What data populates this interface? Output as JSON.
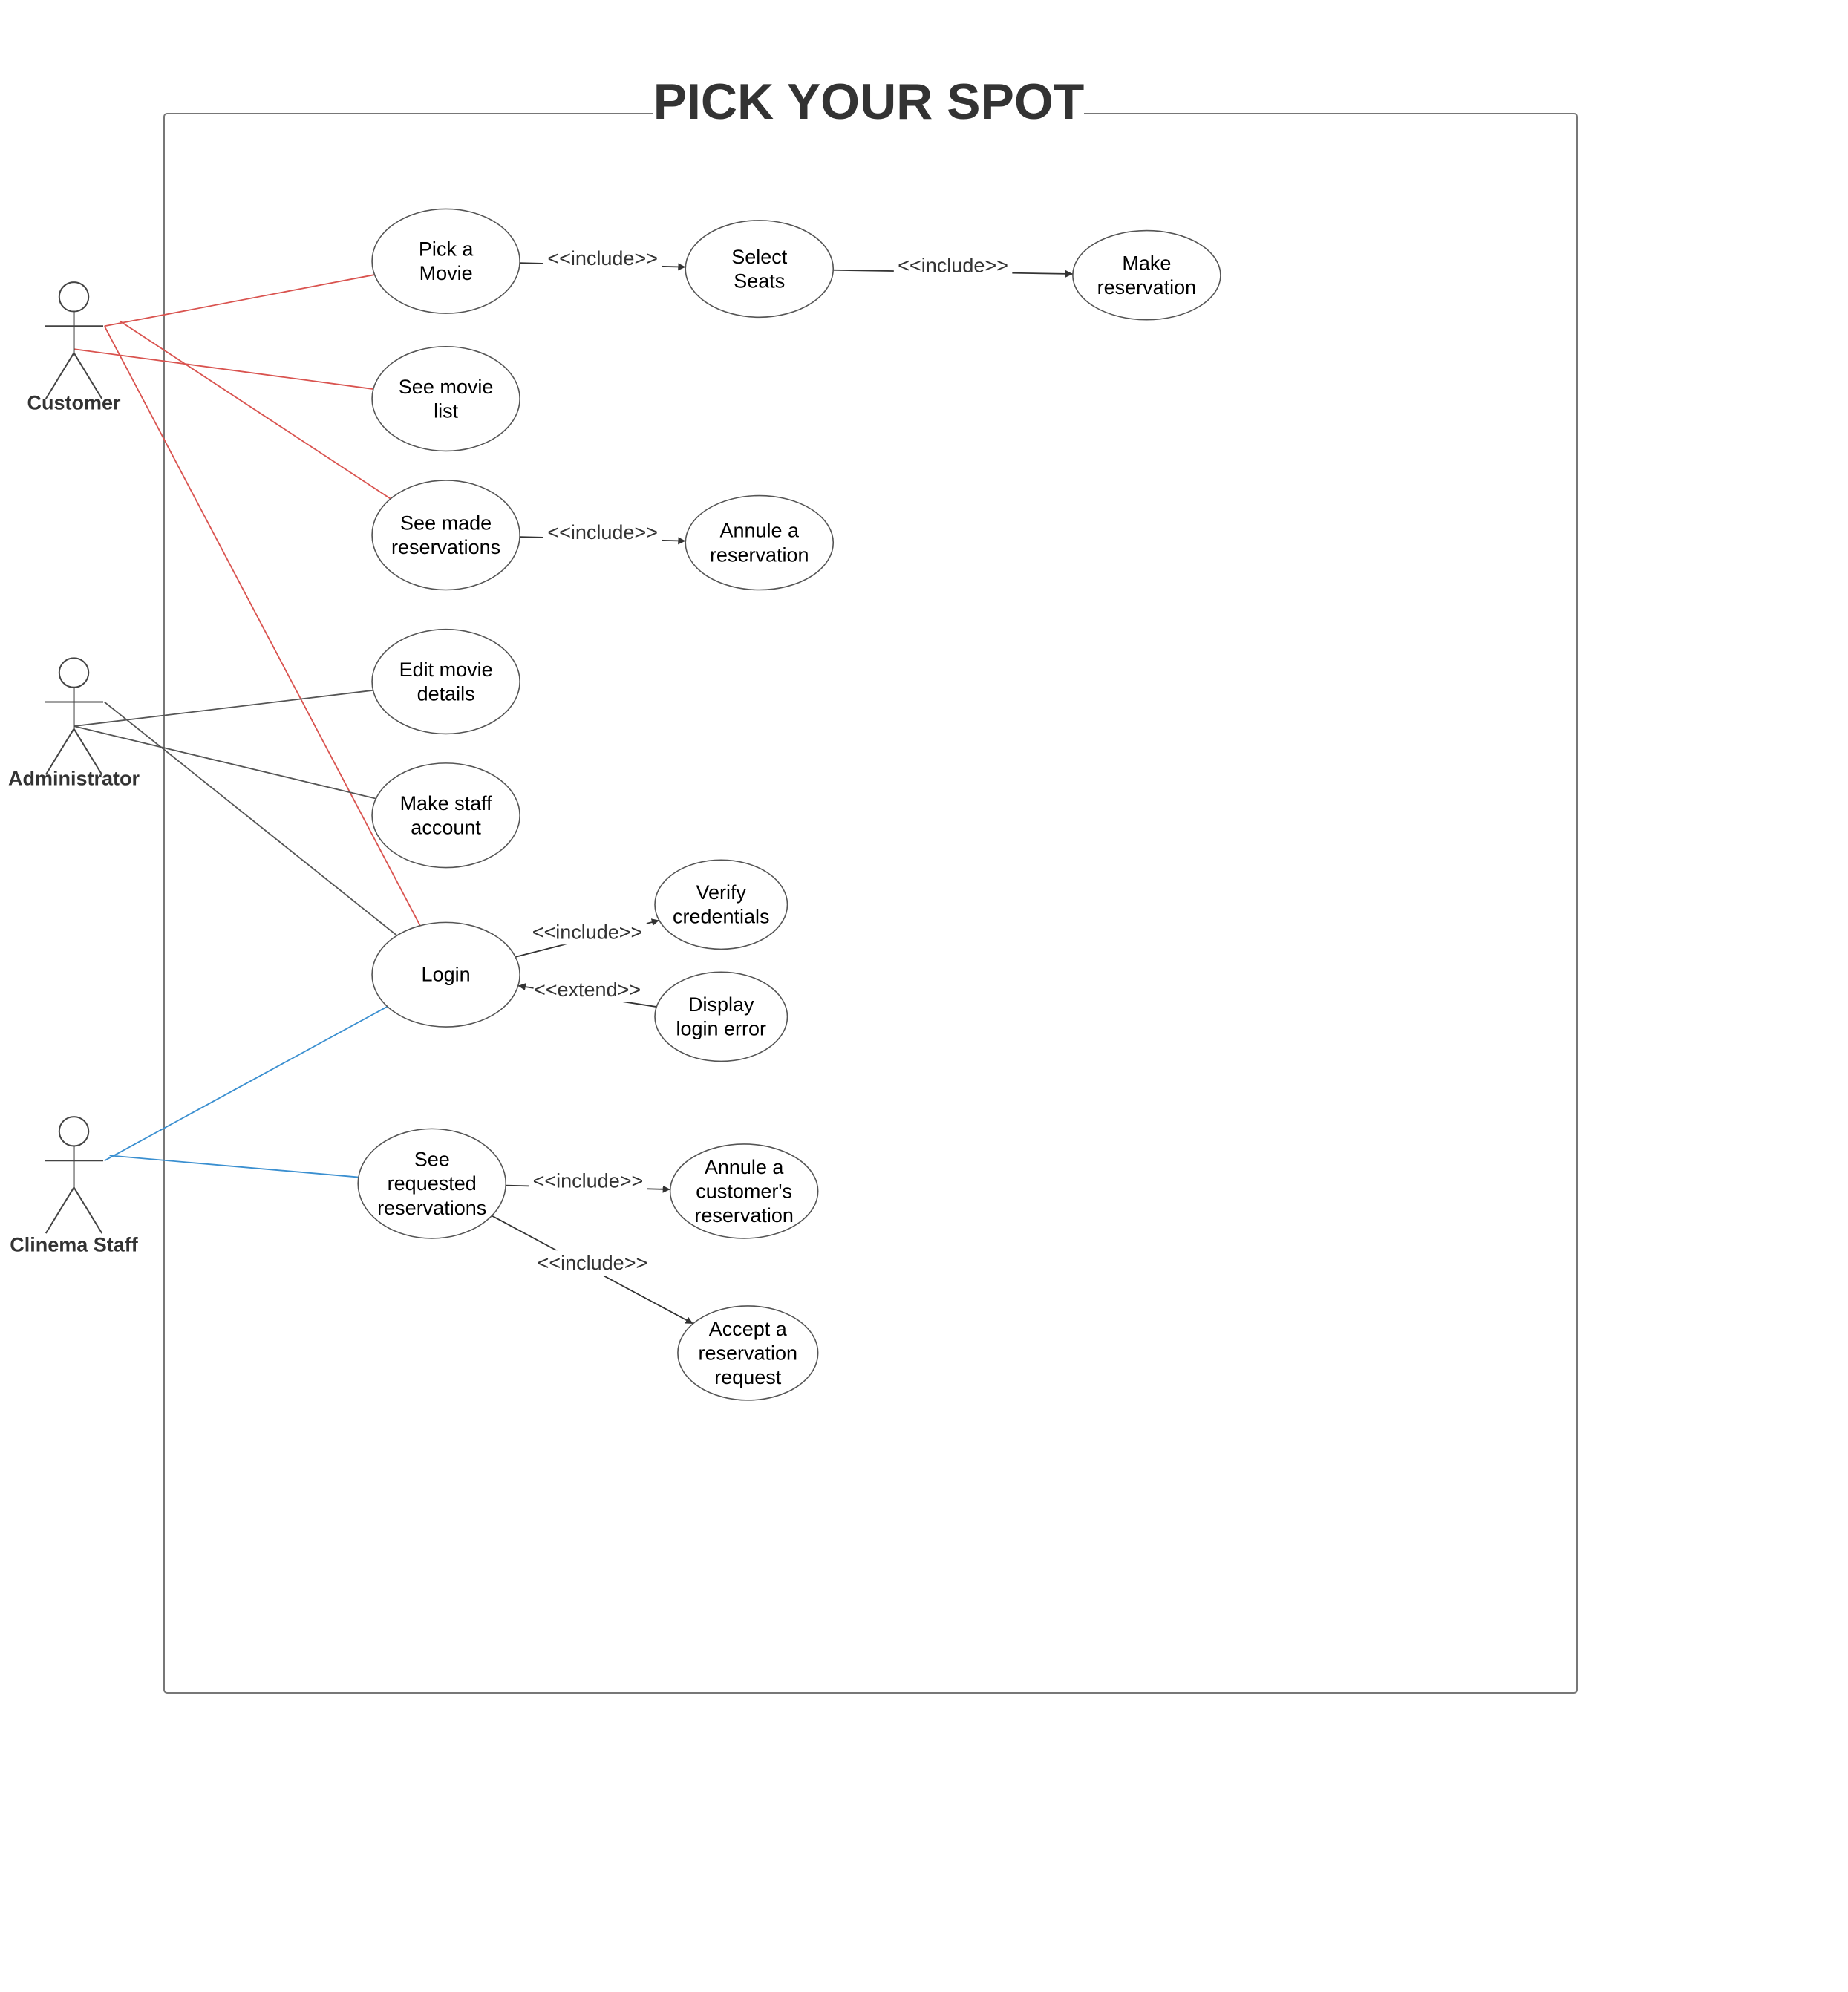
{
  "title": "PICK YOUR SPOT",
  "colors": {
    "customer_link": "#d9534f",
    "administrator_link": "#555555",
    "staff_link": "#3a8fd0"
  },
  "actors": [
    {
      "id": "customer",
      "name": "Customer"
    },
    {
      "id": "administrator",
      "name": "Administrator"
    },
    {
      "id": "staff",
      "name": "Clinema Staff"
    }
  ],
  "use_cases": [
    {
      "id": "pick_movie",
      "lines": [
        "Pick a",
        "Movie"
      ]
    },
    {
      "id": "select_seats",
      "lines": [
        "Select",
        "Seats"
      ]
    },
    {
      "id": "make_reservation",
      "lines": [
        "Make",
        "reservation"
      ]
    },
    {
      "id": "see_movie_list",
      "lines": [
        "See movie",
        "list"
      ]
    },
    {
      "id": "see_made_reservations",
      "lines": [
        "See made",
        "reservations"
      ]
    },
    {
      "id": "annule_reservation",
      "lines": [
        "Annule a",
        "reservation"
      ]
    },
    {
      "id": "edit_movie_details",
      "lines": [
        "Edit  movie",
        "details"
      ]
    },
    {
      "id": "make_staff_account",
      "lines": [
        "Make staff",
        "account"
      ]
    },
    {
      "id": "login",
      "lines": [
        "Login"
      ]
    },
    {
      "id": "verify_credentials",
      "lines": [
        "Verify",
        "credentials"
      ]
    },
    {
      "id": "display_login_error",
      "lines": [
        "Display",
        "login error"
      ]
    },
    {
      "id": "see_requested_reservations",
      "lines": [
        "See",
        "requested",
        "reservations"
      ]
    },
    {
      "id": "annule_customer_reservation",
      "lines": [
        "Annule a",
        "customer's",
        "reservation"
      ]
    },
    {
      "id": "accept_reservation_request",
      "lines": [
        "Accept a",
        "reservation",
        "request"
      ]
    }
  ],
  "associations": [
    {
      "actor": "customer",
      "use_case": "pick_movie"
    },
    {
      "actor": "customer",
      "use_case": "see_movie_list"
    },
    {
      "actor": "customer",
      "use_case": "see_made_reservations"
    },
    {
      "actor": "customer",
      "use_case": "login"
    },
    {
      "actor": "administrator",
      "use_case": "edit_movie_details"
    },
    {
      "actor": "administrator",
      "use_case": "make_staff_account"
    },
    {
      "actor": "administrator",
      "use_case": "login"
    },
    {
      "actor": "staff",
      "use_case": "login"
    },
    {
      "actor": "staff",
      "use_case": "see_requested_reservations"
    }
  ],
  "relationships": [
    {
      "from": "pick_movie",
      "to": "select_seats",
      "label": "<<include>>"
    },
    {
      "from": "select_seats",
      "to": "make_reservation",
      "label": "<<include>>"
    },
    {
      "from": "see_made_reservations",
      "to": "annule_reservation",
      "label": "<<include>>"
    },
    {
      "from": "login",
      "to": "verify_credentials",
      "label": "<<include>>"
    },
    {
      "from": "display_login_error",
      "to": "login",
      "label": "<<extend>>"
    },
    {
      "from": "see_requested_reservations",
      "to": "annule_customer_reservation",
      "label": "<<include>>"
    },
    {
      "from": "see_requested_reservations",
      "to": "accept_reservation_request",
      "label": "<<include>>"
    }
  ]
}
